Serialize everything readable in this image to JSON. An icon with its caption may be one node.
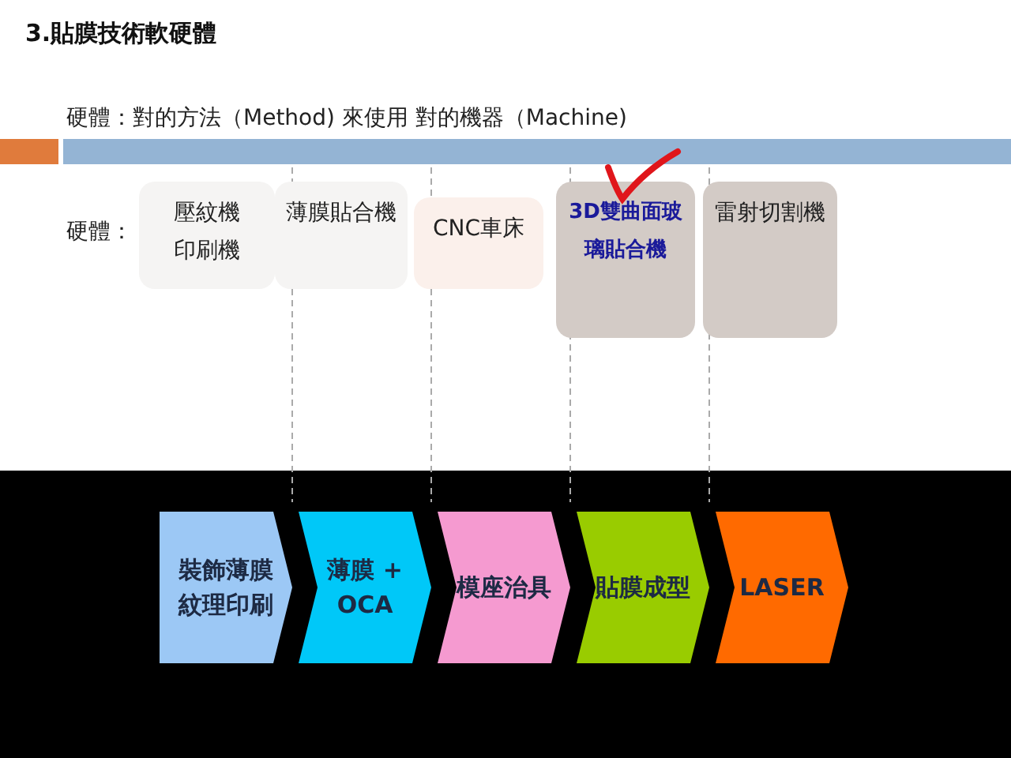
{
  "diagram": {
    "title": "3.貼膜技術軟硬體",
    "nodes": [
      {
        "text": [
          "壓紋機",
          "印刷機"
        ]
      },
      {
        "text": [
          "薄膜貼合機"
        ]
      },
      {
        "text": [
          "CNC車床"
        ]
      },
      {
        "text": [
          "3D雙曲面玻璃貼合機"
        ]
      },
      {
        "text": [
          "雷射切割機"
        ]
      },
      {
        "text": [
          "裝飾薄膜紋理印刷"
        ]
      },
      {
        "text": [
          "薄膜 + OCA"
        ]
      },
      {
        "text": [
          "模座治具"
        ]
      },
      {
        "text": [
          "貼膜成型"
        ]
      },
      {
        "text": [
          "LASER"
        ]
      }
    ],
    "labels": [
      "硬體：對的方法（Method) 來使用 對的機器（Machine)",
      "硬體："
    ]
  }
}
